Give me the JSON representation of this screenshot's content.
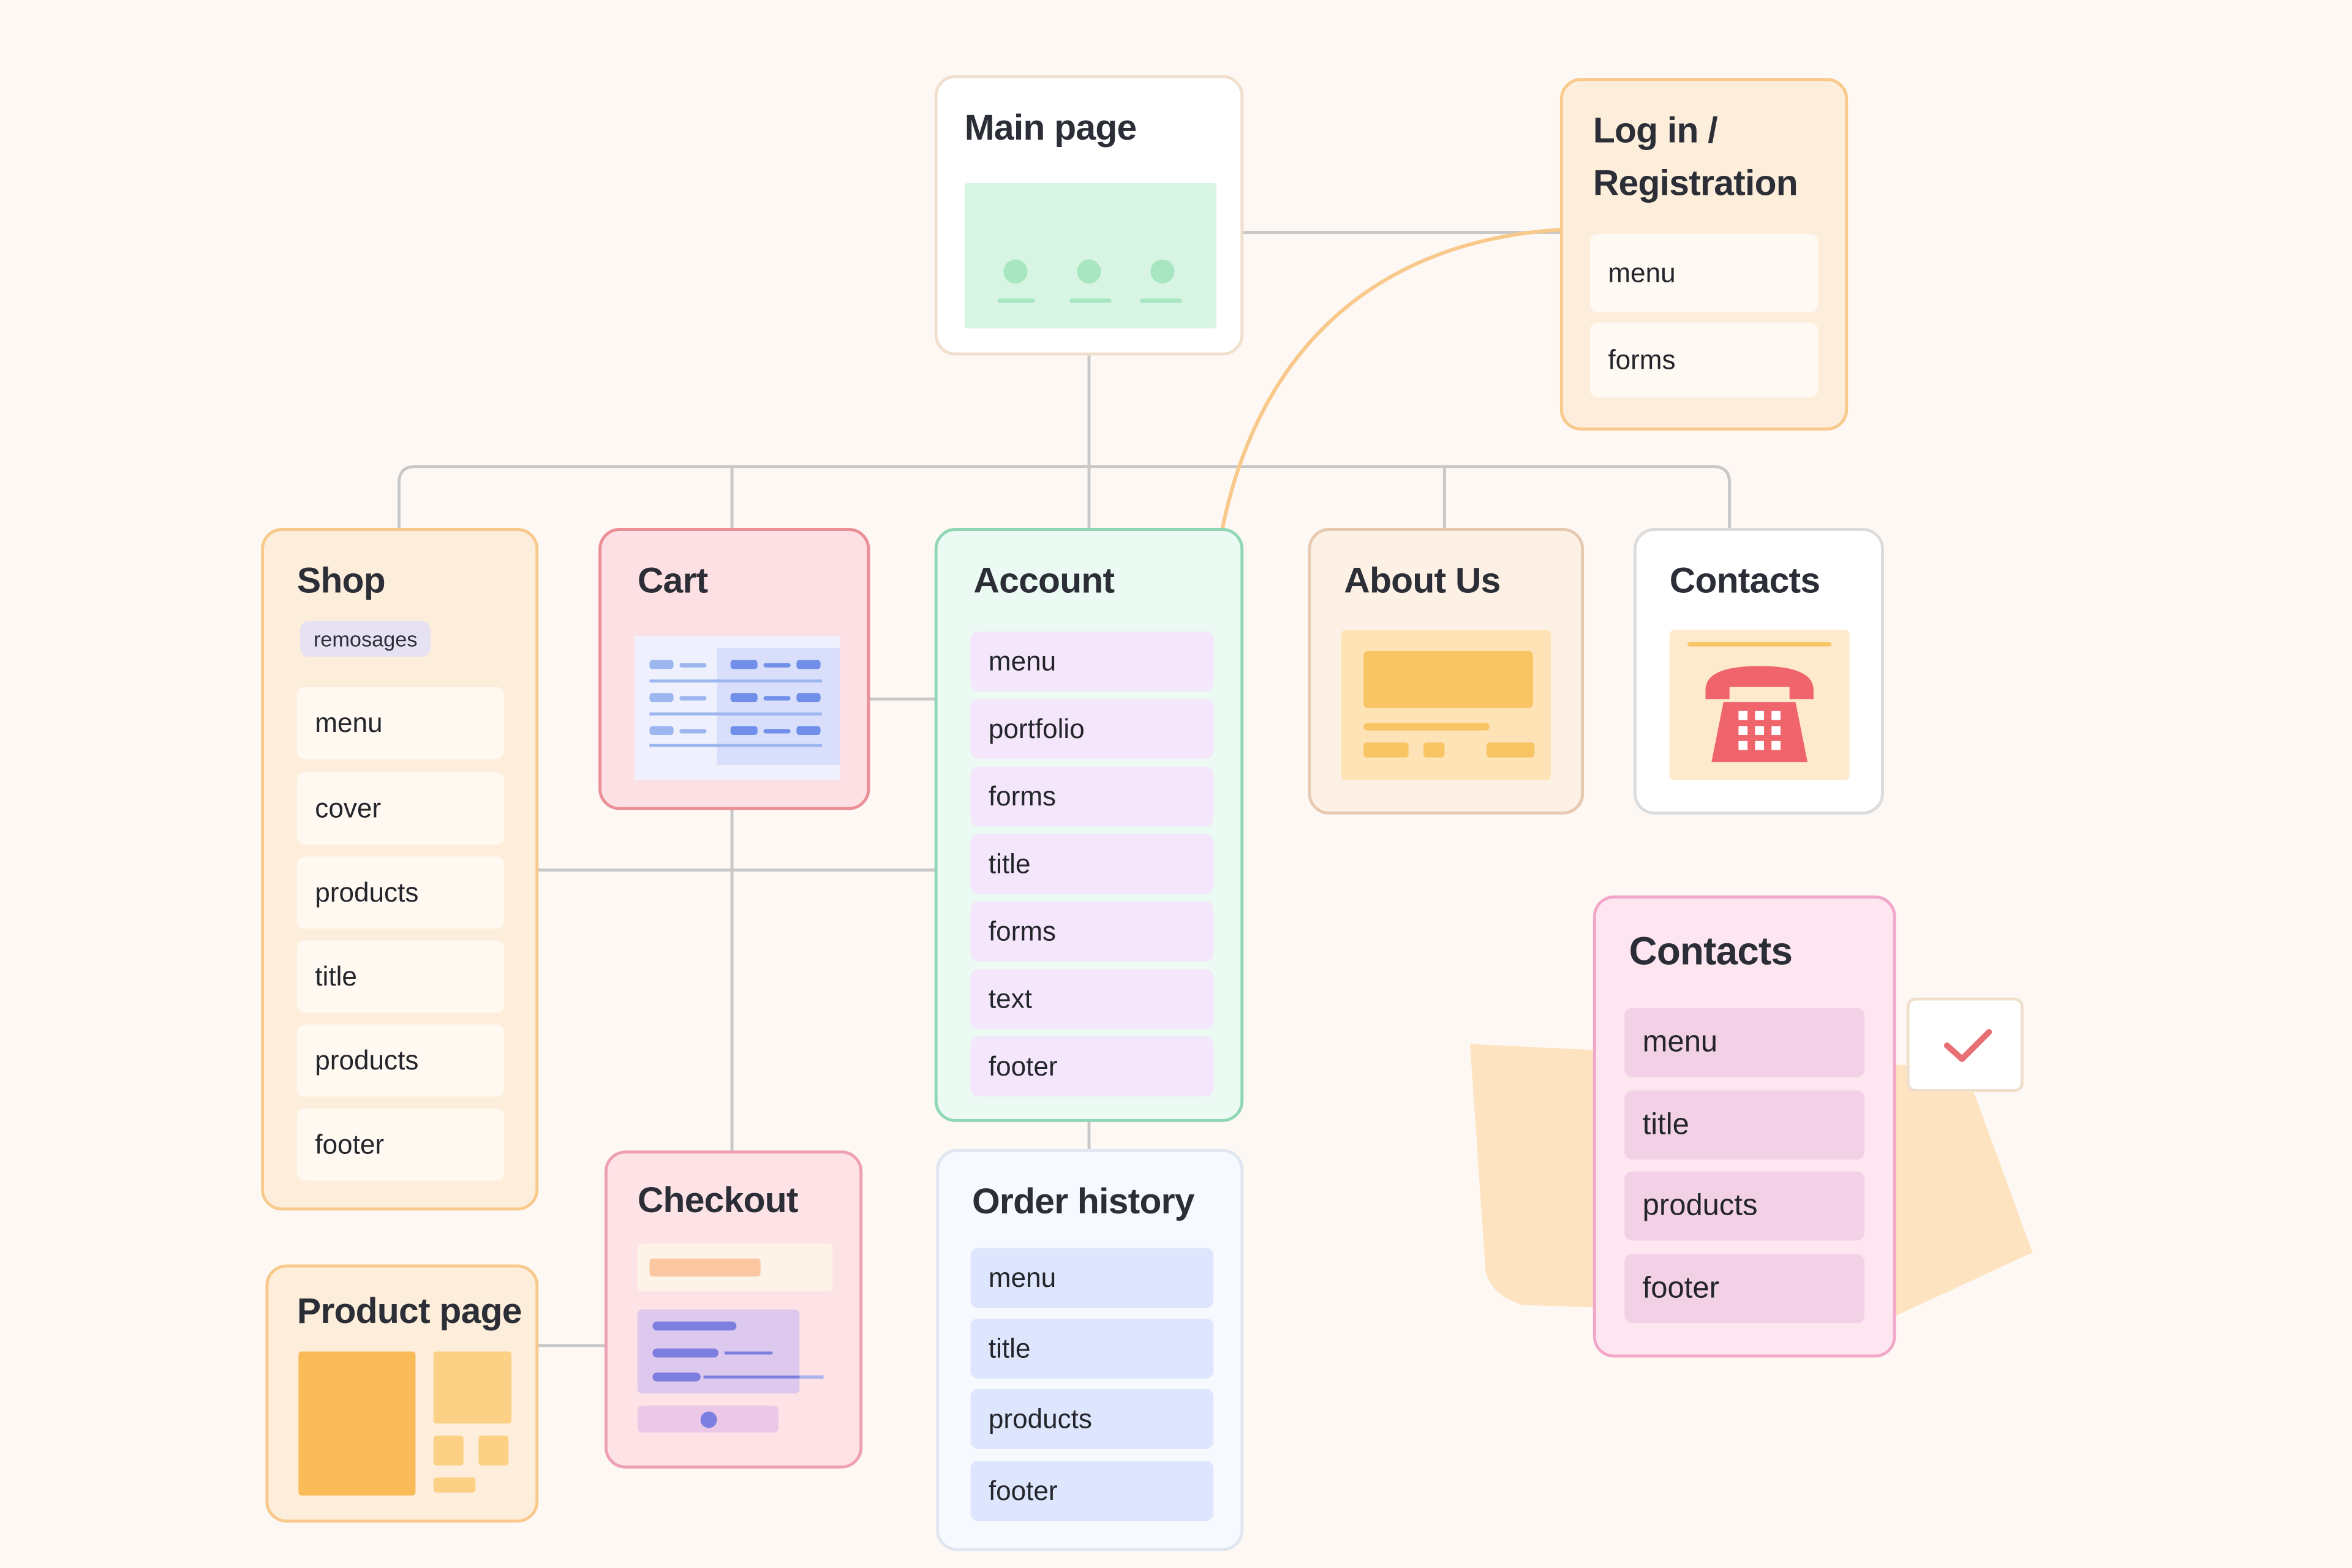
{
  "nodes": {
    "main_page": {
      "title": "Main page"
    },
    "login": {
      "title_line1": "Log in /",
      "title_line2": "Registration",
      "items": [
        "menu",
        "forms"
      ]
    },
    "shop": {
      "title": "Shop",
      "tag": "remosages",
      "items": [
        "menu",
        "cover",
        "products",
        "title",
        "products",
        "footer"
      ]
    },
    "cart": {
      "title": "Cart"
    },
    "account": {
      "title": "Account",
      "items": [
        "menu",
        "portfolio",
        "forms",
        "title",
        "forms",
        "text",
        "footer"
      ]
    },
    "about": {
      "title": "About Us"
    },
    "contacts": {
      "title": "Contacts",
      "icon": "telephone-icon"
    },
    "contacts_detail": {
      "title": "Contacts",
      "items": [
        "menu",
        "title",
        "products",
        "footer"
      ],
      "badge_icon": "checkmark-icon"
    },
    "checkout": {
      "title": "Checkout"
    },
    "product_page": {
      "title": "Product page"
    },
    "order_history": {
      "title": "Order history",
      "items": [
        "menu",
        "title",
        "products",
        "footer"
      ]
    }
  },
  "colors": {
    "background": "#fdf8f4",
    "connector": "#c8c8c8",
    "connector_accent": "#f8c98a",
    "shop": "#f8c98a",
    "cart": "#e98f95",
    "account": "#8fd6b4",
    "about": "#e6c9b0",
    "contacts": "#dcdcdc",
    "checkout": "#ee9fb3",
    "order_history": "#dfe6f0",
    "contacts_detail": "#f2a7c9",
    "check": "#e86f74"
  }
}
